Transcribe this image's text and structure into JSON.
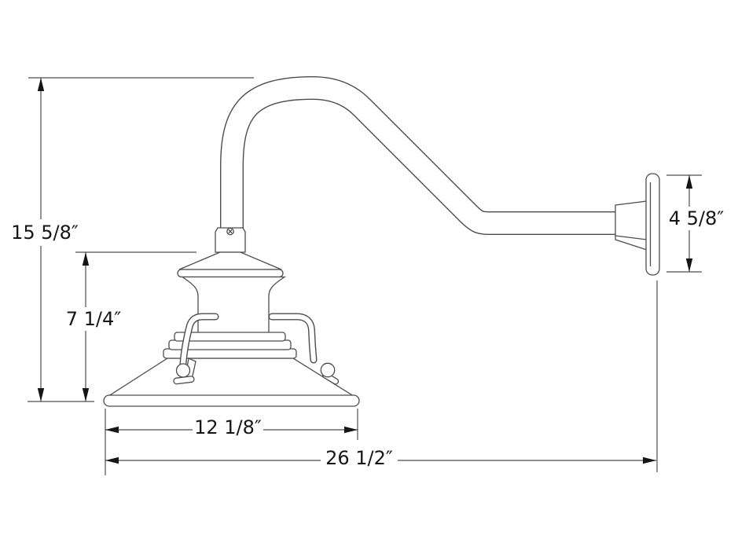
{
  "dimension_labels": {
    "overall_height": "15 5/8″",
    "fixture_height": "7 1/4″",
    "backplate_height": "4 5/8″",
    "shade_width": "12 1/8″",
    "overall_projection": "26 1/2″"
  },
  "colors": {
    "background": "#ffffff",
    "drawing_line": "#4d4d4d",
    "annotation": "#161616"
  }
}
